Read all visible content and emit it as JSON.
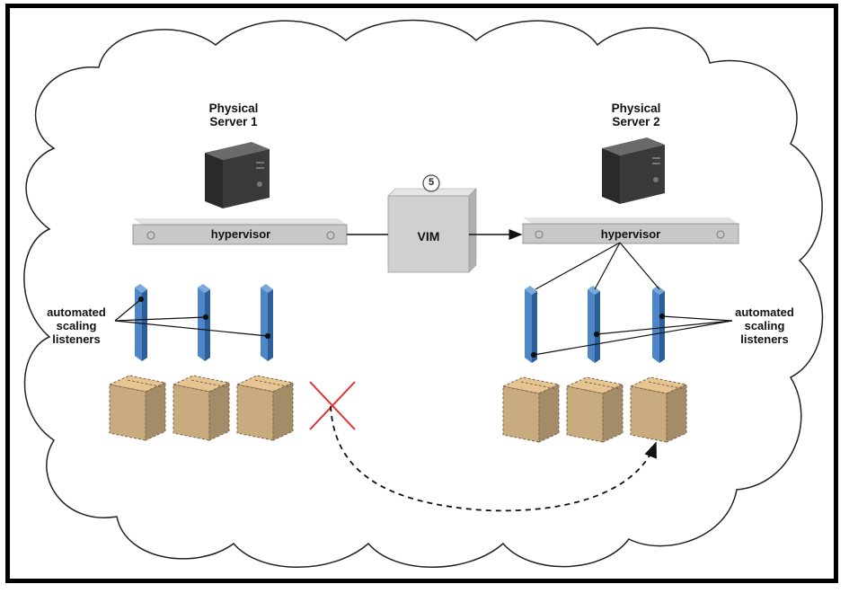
{
  "server1": {
    "title_line1": "Physical",
    "title_line2": "Server 1",
    "hypervisor": "hypervisor"
  },
  "server2": {
    "title_line1": "Physical",
    "title_line2": "Server 2",
    "hypervisor": "hypervisor"
  },
  "vim": {
    "label": "VIM",
    "step": "5"
  },
  "listeners_left": {
    "line1": "automated",
    "line2": "scaling",
    "line3": "listeners"
  },
  "listeners_right": {
    "line1": "automated",
    "line2": "scaling",
    "line3": "listeners"
  },
  "colors": {
    "server": "#3a3a3a",
    "hypervisor": "#c8c8c8",
    "listener": "#4f86c6",
    "vm": "#c9ab80",
    "fail_mark": "#e03030"
  }
}
